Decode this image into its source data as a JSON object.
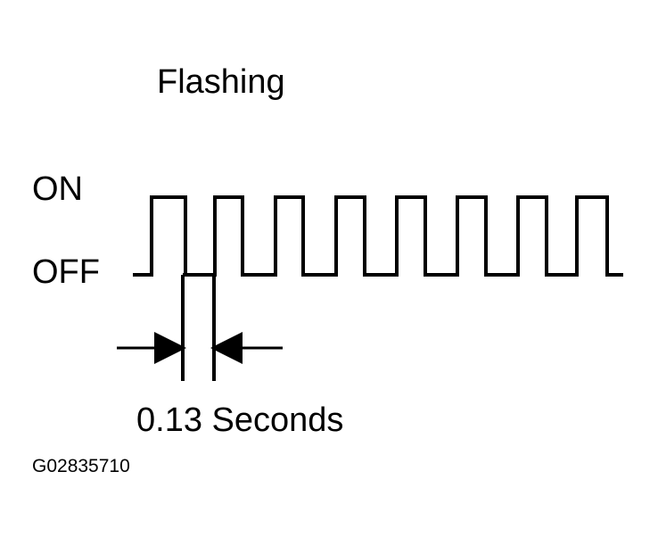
{
  "diagram": {
    "title": "Flashing",
    "states": {
      "on": "ON",
      "off": "OFF"
    },
    "interval_label": "0.13 Seconds",
    "figure_code": "G02835710",
    "colors": {
      "line": "#000000",
      "background": "#ffffff"
    }
  }
}
